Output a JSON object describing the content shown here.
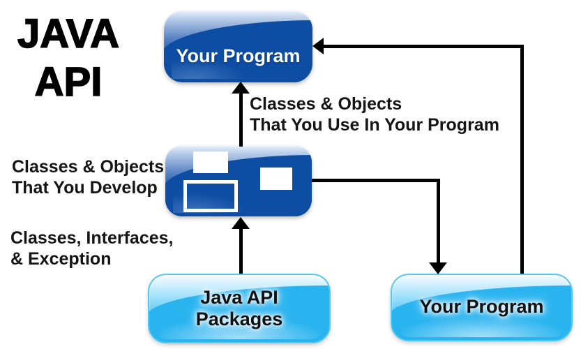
{
  "title": {
    "line1": "JAVA",
    "line2": "API"
  },
  "nodes": {
    "your_program_top": {
      "label": "Your Program"
    },
    "java_api_packages": {
      "line1": "Java API",
      "line2": "Packages"
    },
    "your_program_bottom": {
      "label": "Your Program"
    }
  },
  "annotations": {
    "use": {
      "line1": "Classes & Objects",
      "line2": "That You Use In Your Program"
    },
    "develop": {
      "line1": "Classes & Objects",
      "line2": "That You Develop"
    },
    "exception": {
      "line1": "Classes, Interfaces,",
      "line2": "& Exception"
    }
  },
  "edges": [
    {
      "from": "components-box",
      "to": "your-program-top",
      "label": "Classes & Objects That You Use In Your Program"
    },
    {
      "from": "java-api-packages",
      "to": "components-box",
      "label": "Classes, Interfaces, & Exception"
    },
    {
      "from": "components-box",
      "to": "your-program-bottom",
      "label": ""
    },
    {
      "from": "your-program-bottom",
      "to": "your-program-top",
      "label": ""
    }
  ],
  "colors": {
    "dark_blue": "#0d4fa4",
    "light_blue": "#2ab6f1",
    "arrow": "#000000",
    "node_text_dark_button": "#ffffff",
    "node_text_cyan_button": "#111111",
    "annotation_text": "#151515",
    "background": "#ffffff"
  }
}
